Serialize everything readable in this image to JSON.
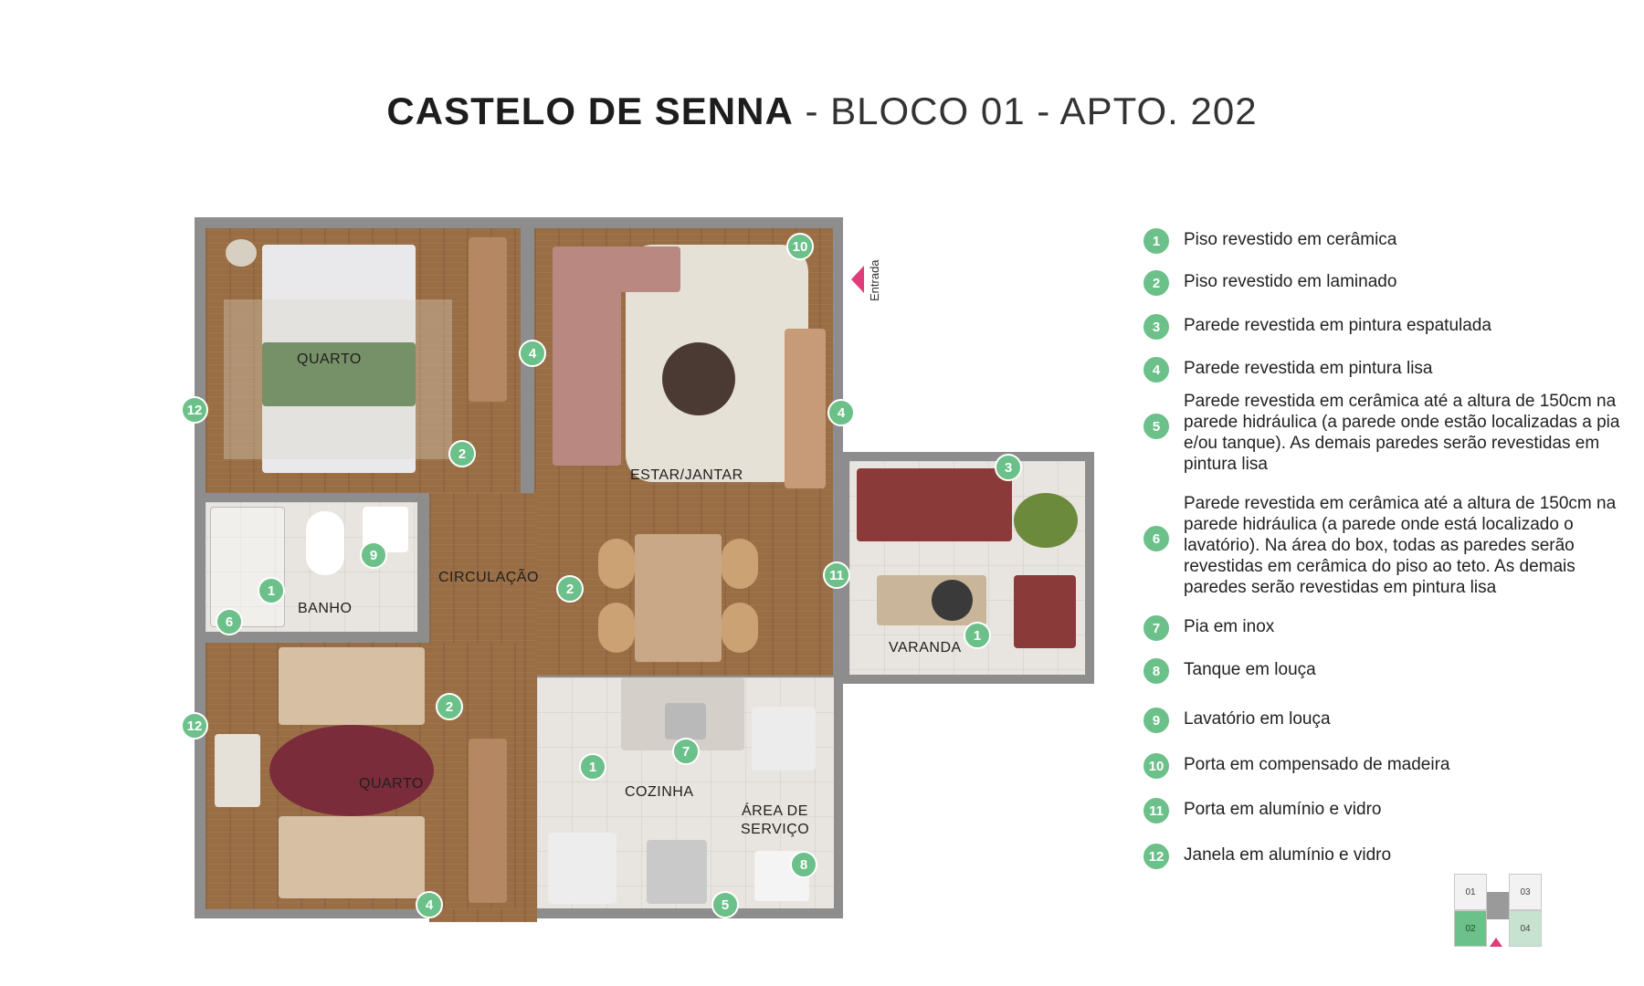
{
  "title": {
    "bold": "CASTELO DE SENNA",
    "separator": " - ",
    "light": "BLOCO 01 - APTO. 202"
  },
  "plan": {
    "rooms": {
      "quarto_1": "QUARTO",
      "estar_jantar": "ESTAR/JANTAR",
      "banho": "BANHO",
      "circulacao": "CIRCULAÇÃO",
      "varanda": "VARANDA",
      "quarto_2": "QUARTO",
      "cozinha": "COZINHA",
      "area_servico_1": "ÁREA DE",
      "area_servico_2": "SERVIÇO"
    },
    "entrance": "Entrada",
    "markers": [
      "10",
      "4",
      "12",
      "2",
      "4",
      "3",
      "9",
      "1",
      "6",
      "2",
      "11",
      "1",
      "2",
      "12",
      "7",
      "1",
      "8",
      "4",
      "5"
    ]
  },
  "legend": [
    {
      "num": "1",
      "text": "Piso revestido em cerâmica"
    },
    {
      "num": "2",
      "text": "Piso revestido em laminado"
    },
    {
      "num": "3",
      "text": "Parede revestida em pintura espatulada"
    },
    {
      "num": "4",
      "text": "Parede revestida em pintura lisa"
    },
    {
      "num": "5",
      "text": "Parede revestida em cerâmica até a altura de 150cm na parede hidráulica (a parede onde estão localizadas a pia e/ou tanque). As demais paredes serão revestidas em pintura lisa"
    },
    {
      "num": "6",
      "text": "Parede revestida em cerâmica até a altura de 150cm na parede hidráulica (a parede onde está localizado o lavatório). Na área do box, todas as paredes serão revestidas em cerâmica do piso ao teto. As demais paredes serão revestidas em pintura lisa"
    },
    {
      "num": "7",
      "text": "Pia em inox"
    },
    {
      "num": "8",
      "text": "Tanque em louça"
    },
    {
      "num": "9",
      "text": "Lavatório em louça"
    },
    {
      "num": "10",
      "text": "Porta em compensado de madeira"
    },
    {
      "num": "11",
      "text": "Porta em alumínio e vidro"
    },
    {
      "num": "12",
      "text": "Janela em alumínio e vidro"
    }
  ],
  "keyplan": {
    "cells": [
      "01",
      "03",
      "02",
      "04"
    ],
    "highlighted": "02"
  },
  "colors": {
    "marker": "#6cc08a",
    "entrance_arrow": "#e03b7a",
    "wall": "#8d8d8d"
  }
}
